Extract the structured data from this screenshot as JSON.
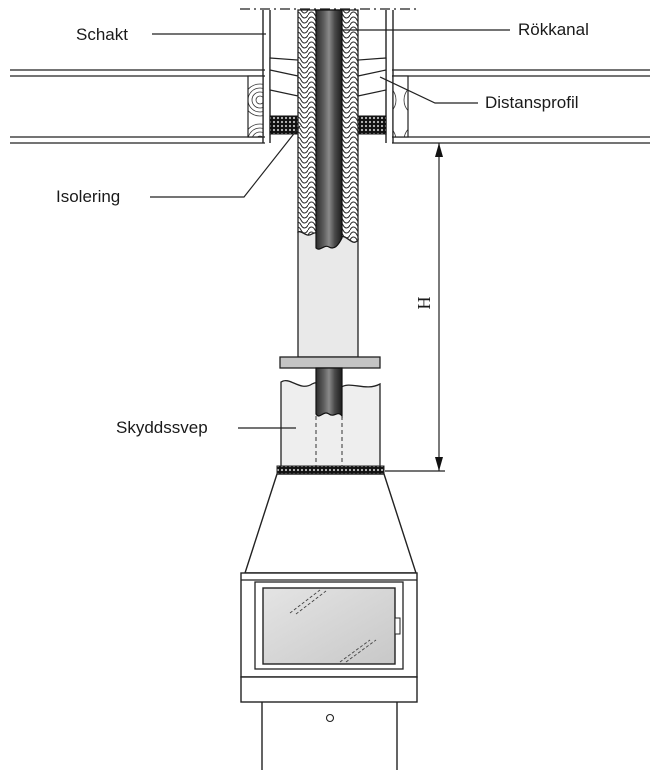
{
  "labels": {
    "schakt": "Schakt",
    "rokkanal": "Rökkanal",
    "distansprofil": "Distansprofil",
    "isolering": "Isolering",
    "skyddssvep": "Skyddssvep",
    "height": "H"
  }
}
